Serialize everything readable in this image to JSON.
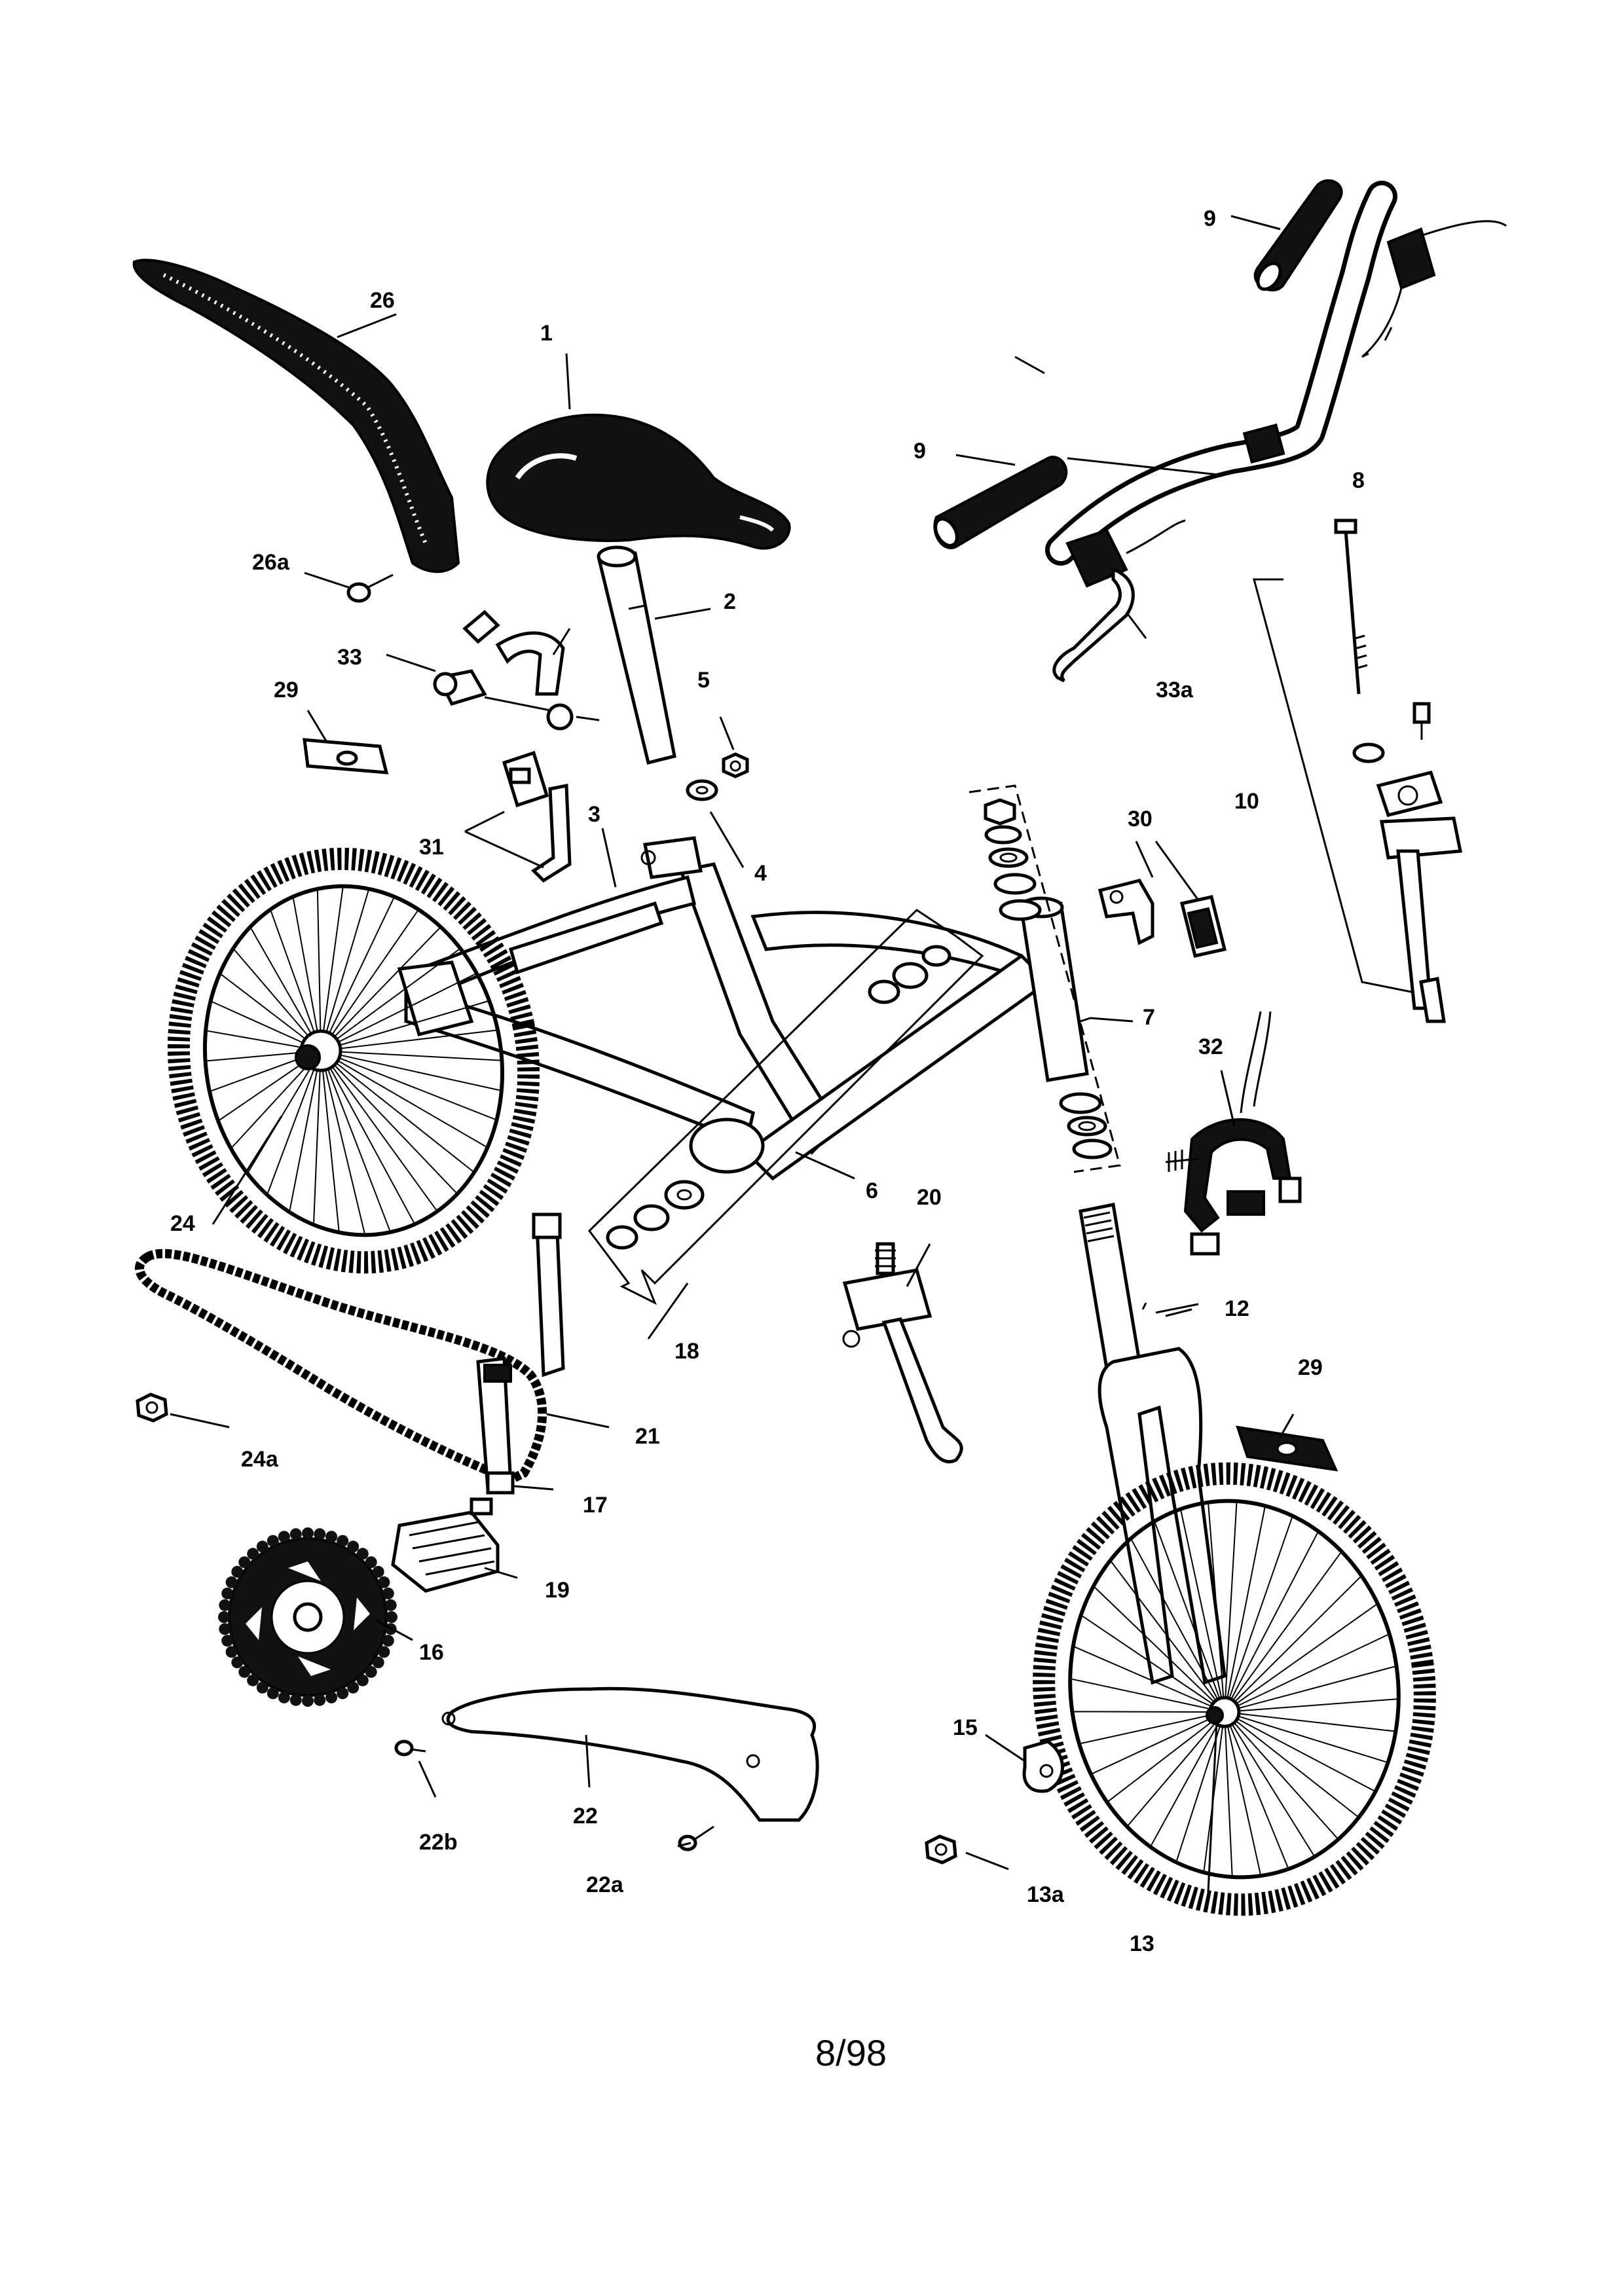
{
  "footer": {
    "page_code": "8/98"
  },
  "callouts": {
    "c1": "1",
    "c2": "2",
    "c3": "3",
    "c4": "4",
    "c5": "5",
    "c6": "6",
    "c7": "7",
    "c8": "8",
    "c9a": "9",
    "c9b": "9",
    "c10": "10",
    "c12": "12",
    "c13": "13",
    "c13a": "13a",
    "c15": "15",
    "c16": "16",
    "c17": "17",
    "c18": "18",
    "c19": "19",
    "c20": "20",
    "c21": "21",
    "c22": "22",
    "c22a": "22a",
    "c22b": "22b",
    "c24": "24",
    "c24a": "24a",
    "c26": "26",
    "c26a": "26a",
    "c29a": "29",
    "c29b": "29",
    "c30": "30",
    "c31": "31",
    "c32": "32",
    "c33": "33",
    "c33a": "33a"
  },
  "parts": {
    "seat": "1",
    "seat-post": "2",
    "seat-clamp-bolt": "3",
    "washer": "4",
    "nut": "5",
    "frame": "6",
    "headset": "7",
    "handlebar": "8",
    "grip": "9",
    "stem": "10",
    "fork": "12",
    "front-wheel": "13",
    "front-axle-nut": "13a",
    "safety-washer": "15",
    "chainwheel": "16",
    "crank": "17",
    "bottom-bracket": "18",
    "pedal": "19",
    "kickstand": "20",
    "chain": "21",
    "chain-guard": "22",
    "chain-guard-screw": "22a",
    "chain-guard-rear-screw": "22b",
    "rear-wheel": "24",
    "rear-axle-nut": "24a",
    "rear-fender": "26",
    "fender-screw": "26a",
    "reflector": "29",
    "front-reflector-bracket": "30",
    "rear-reflector-bracket": "31",
    "front-brake": "32",
    "rear-brake": "33",
    "brake-lever": "33a"
  }
}
